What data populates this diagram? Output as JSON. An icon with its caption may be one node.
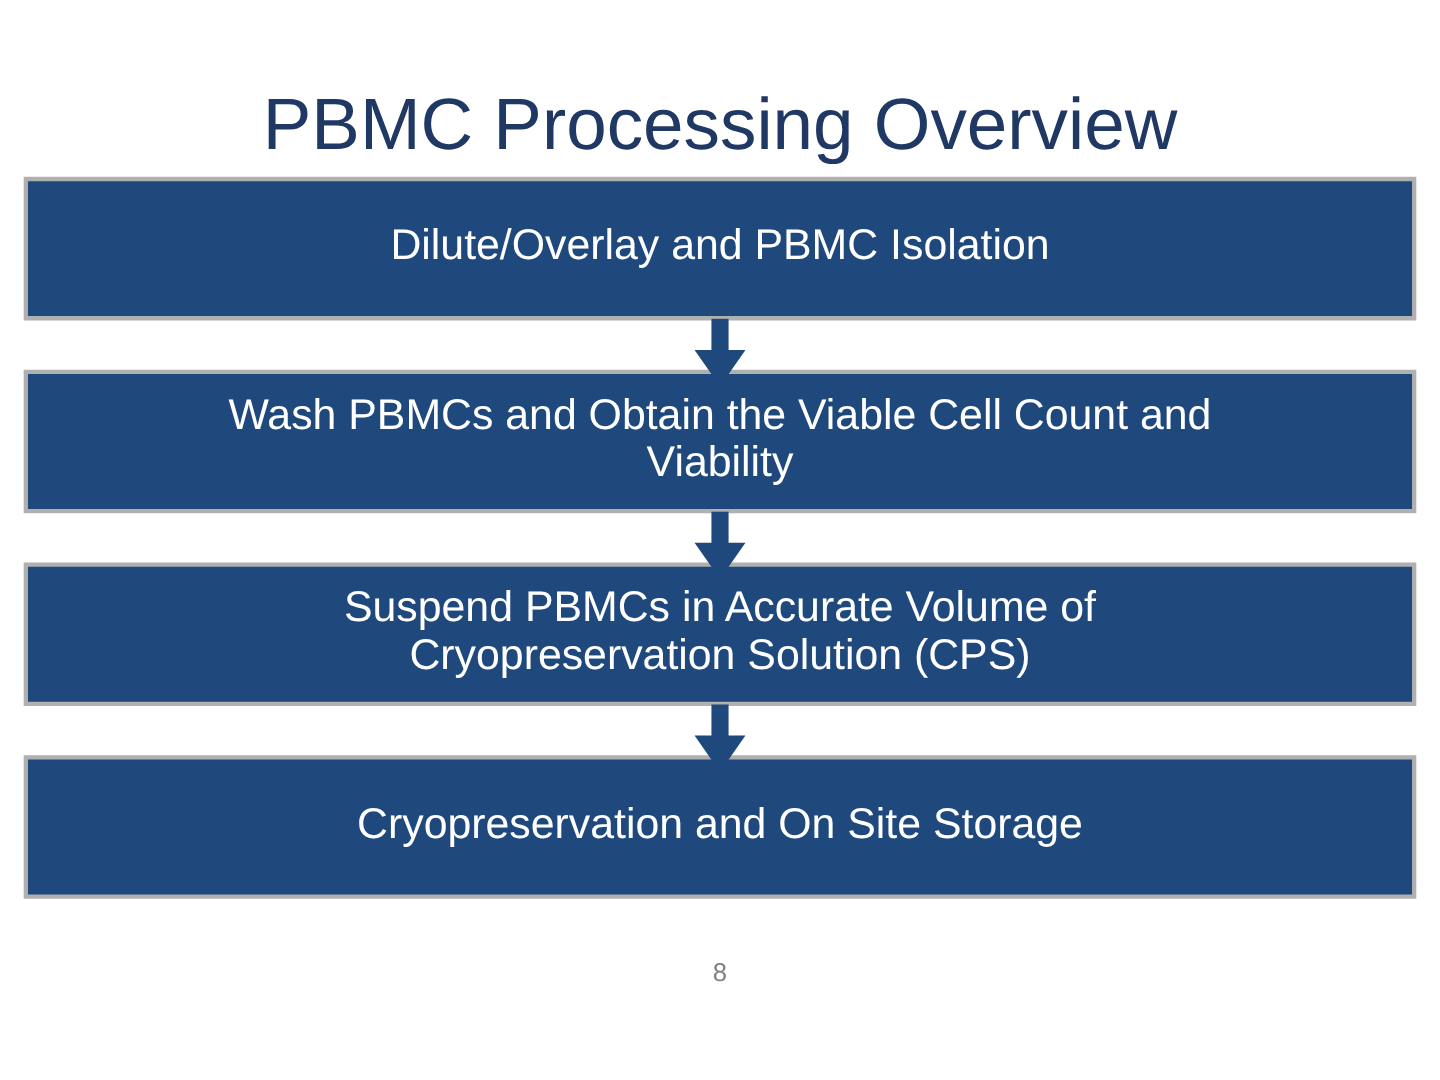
{
  "diagram": {
    "title": "PBMC Processing Overview",
    "nodes": [
      {
        "text": [
          "Dilute/Overlay and PBMC Isolation"
        ]
      },
      {
        "text": [
          "Wash PBMCs and Obtain the Viable Cell Count and Viability"
        ]
      },
      {
        "text": [
          "Suspend PBMCs in Accurate Volume of Cryopreservation Solution (CPS)"
        ]
      },
      {
        "text": [
          "Cryopreservation and On Site Storage"
        ]
      }
    ],
    "edges": [
      {
        "from": 0,
        "to": 1,
        "arrow": "to"
      },
      {
        "from": 1,
        "to": 2,
        "arrow": "to"
      },
      {
        "from": 2,
        "to": 3,
        "arrow": "to"
      }
    ],
    "labels": [
      "8"
    ]
  }
}
